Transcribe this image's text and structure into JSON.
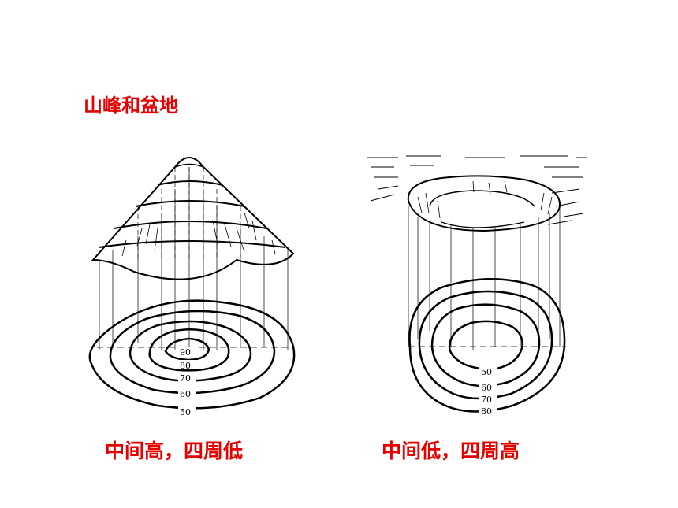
{
  "title": "山峰和盆地",
  "mountain": {
    "caption": "中间高，四周低",
    "labels": [
      "90",
      "80",
      "70",
      "60",
      "50"
    ]
  },
  "basin": {
    "caption": "中间低，四周高",
    "labels": [
      "50",
      "60",
      "70",
      "80"
    ]
  }
}
